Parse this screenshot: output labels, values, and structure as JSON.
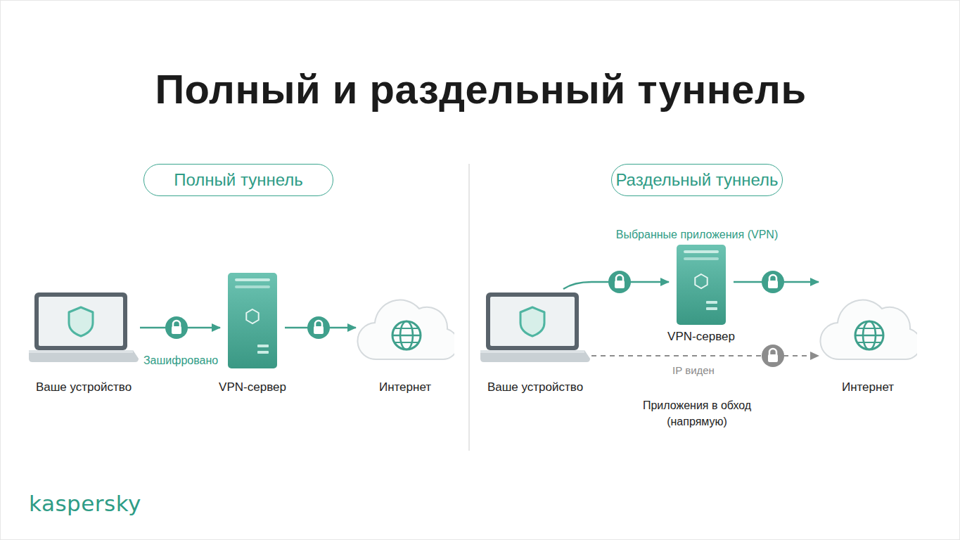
{
  "diagram": {
    "title": "Полный и раздельный туннель",
    "nodes": [
      {
        "text": [
          "Полный туннель"
        ]
      },
      {
        "text": [
          "Ваше устройство"
        ]
      },
      {
        "text": [
          "VPN-сервер"
        ]
      },
      {
        "text": [
          "Интернет"
        ]
      },
      {
        "text": [
          "Раздельный туннель"
        ]
      },
      {
        "text": [
          "Ваше устройство"
        ]
      },
      {
        "text": [
          "VPN-сервер"
        ]
      },
      {
        "text": [
          "Интернет"
        ]
      }
    ],
    "edges": [
      {
        "from": 1,
        "to": 2,
        "arrow": "to",
        "label": "Зашифровано"
      },
      {
        "from": 2,
        "to": 3,
        "arrow": "to"
      },
      {
        "from": 5,
        "to": 6,
        "arrow": "to"
      },
      {
        "from": 6,
        "to": 7,
        "arrow": "to"
      },
      {
        "from": 5,
        "to": 7,
        "arrow": "to",
        "label": "IP виден"
      }
    ],
    "labels": [
      "Выбранные приложения (VPN)",
      "Приложения в обход (напрямую)",
      "kaspersky"
    ]
  }
}
